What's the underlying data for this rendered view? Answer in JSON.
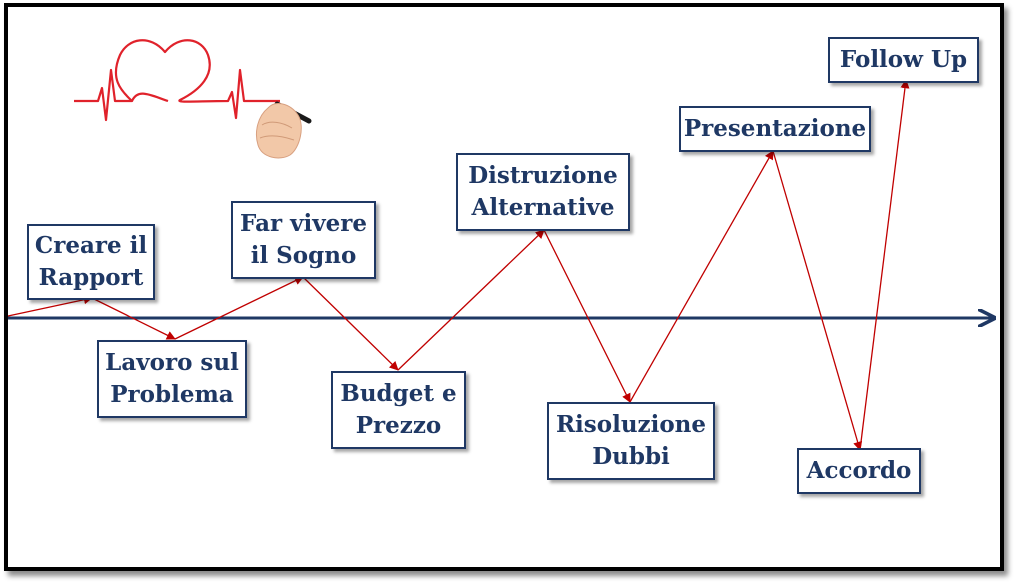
{
  "colors": {
    "timeline": "#1f3864",
    "connector": "#c00000",
    "box_border": "#1f3864",
    "box_text": "#1f3864",
    "heart_line": "#e0222b"
  },
  "logo": {
    "icon": "heart-ecg-hand-icon"
  },
  "stages": [
    {
      "id": "creare-il-rapport",
      "label": "Creare il\nRapport"
    },
    {
      "id": "lavoro-sul-problema",
      "label": "Lavoro sul\nProblema"
    },
    {
      "id": "far-vivere-il-sogno",
      "label": "Far vivere\nil Sogno"
    },
    {
      "id": "budget-e-prezzo",
      "label": "Budget e\nPrezzo"
    },
    {
      "id": "distruzione-alternative",
      "label": "Distruzione\nAlternative"
    },
    {
      "id": "risoluzione-dubbi",
      "label": "Risoluzione\nDubbi"
    },
    {
      "id": "presentazione",
      "label": "Presentazione"
    },
    {
      "id": "accordo",
      "label": "Accordo"
    },
    {
      "id": "follow-up",
      "label": "Follow Up"
    }
  ]
}
